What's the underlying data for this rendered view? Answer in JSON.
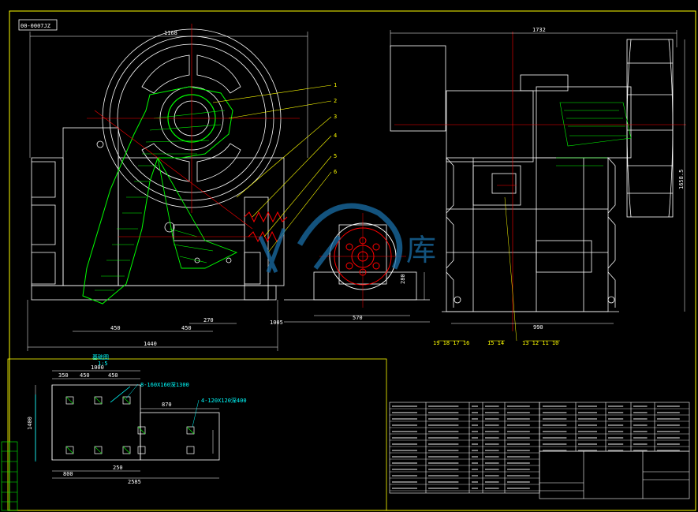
{
  "drawing_code": "00-0007JZ",
  "colors": {
    "background": "#000000",
    "frame": "#ffff00",
    "outline": "#ffffff",
    "hatch": "#00ff00",
    "centerline": "#ff0000",
    "dimension": "#00ffff",
    "leader": "#ffff00",
    "watermark": "#1a6fa8"
  },
  "front_view": {
    "dims": {
      "top_width": "1168",
      "bottom_total": "1440",
      "d1": "450",
      "d2": "450",
      "d3": "270"
    },
    "callouts": [
      "1",
      "2",
      "3",
      "4",
      "5",
      "6"
    ]
  },
  "side_view": {
    "dims": {
      "left_a": "1005",
      "left_b": "570",
      "left_height": "280"
    }
  },
  "right_view": {
    "dims": {
      "top_width": "1732",
      "right_height": "1658.5",
      "bottom_width": "990"
    },
    "bottom_labels_left": "19 18 17 16",
    "bottom_labels_mid": "15 14",
    "bottom_labels_right": "13 12 11 10"
  },
  "foundation": {
    "title": "基础图",
    "scale": "1:5",
    "dims": {
      "top_total": "1000",
      "a": "350",
      "b": "450",
      "c": "450",
      "left_height": "1400",
      "right_span": "870",
      "bottom_a": "800",
      "bottom_b": "250",
      "bottom_total": "2585"
    },
    "note1": "8-160X160深1300",
    "note2": "4-120X120深400"
  },
  "watermark_text": "库"
}
